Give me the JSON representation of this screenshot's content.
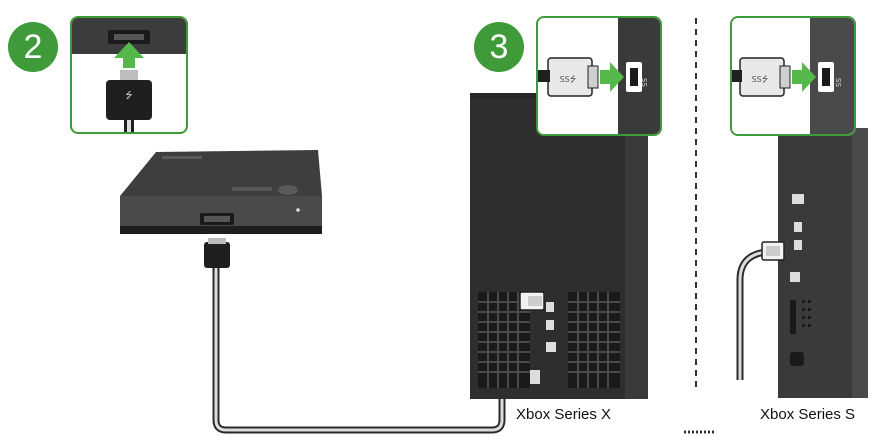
{
  "steps": {
    "connect_cable": "2",
    "connect_console": "3"
  },
  "consoles": {
    "series_x": "Xbox Series X",
    "series_s": "Xbox Series S"
  },
  "icons": {
    "usb_symbol": "usb-icon",
    "ss_mark": "superspeed-usb-icon"
  },
  "colors": {
    "accent_green": "#3f9a3a",
    "arrow_green": "#55b84a",
    "device_dark": "#4b4b4b",
    "console_dark": "#2f2f2f"
  }
}
